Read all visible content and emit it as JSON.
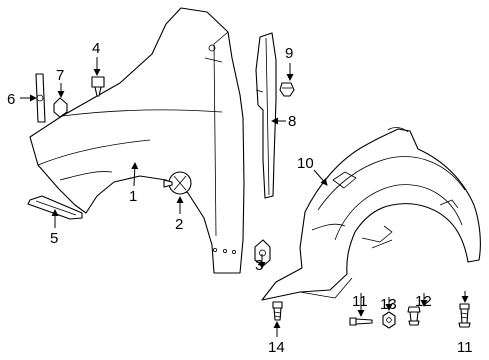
{
  "callouts": {
    "c1": "1",
    "c2": "2",
    "c3": "3",
    "c4": "4",
    "c5": "5",
    "c6": "6",
    "c7": "7",
    "c8": "8",
    "c9": "9",
    "c10": "10",
    "c11a": "11",
    "c11b": "11",
    "c12": "12",
    "c13": "13",
    "c14": "14"
  },
  "parts": [
    "fender",
    "fender-bolt",
    "clip-nut",
    "bolt",
    "fender-seal",
    "bracket",
    "nut",
    "pillar-seal",
    "push-clip",
    "fender-liner",
    "screw",
    "grommet-nut",
    "splash-shield-screw",
    "lower-screw"
  ]
}
